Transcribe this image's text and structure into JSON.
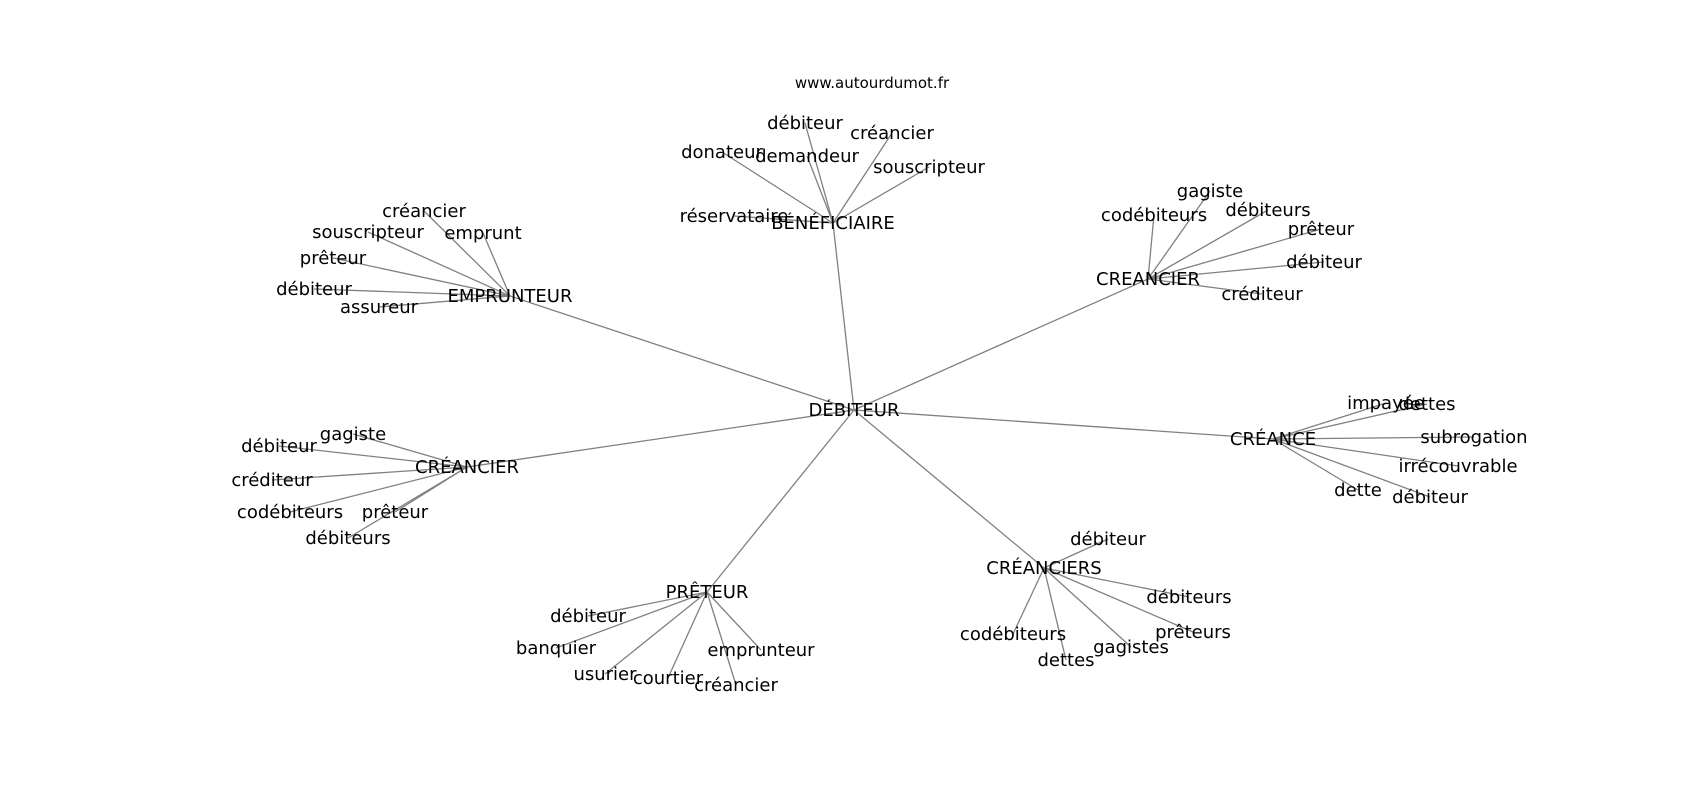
{
  "source": "www.autourdumot.fr",
  "center": "DÉBITEUR",
  "clusters": [
    {
      "hub": "BÉNÉFICIAIRE",
      "leaves": [
        "débiteur",
        "créancier",
        "donateur",
        "demandeur",
        "souscripteur",
        "réservataire"
      ]
    },
    {
      "hub": "CREANCIER",
      "leaves": [
        "gagiste",
        "codébiteurs",
        "débiteurs",
        "prêteur",
        "débiteur",
        "créditeur"
      ]
    },
    {
      "hub": "EMPRUNTEUR",
      "leaves": [
        "créancier",
        "souscripteur",
        "emprunt",
        "prêteur",
        "débiteur",
        "assureur"
      ]
    },
    {
      "hub": "CRÉANCE",
      "leaves": [
        "impayée",
        "dettes",
        "subrogation",
        "irrécouvrable",
        "dette",
        "débiteur"
      ]
    },
    {
      "hub": "CRÉANCIER",
      "leaves": [
        "gagiste",
        "débiteur",
        "créditeur",
        "codébiteurs",
        "prêteur",
        "débiteurs"
      ]
    },
    {
      "hub": "CRÉANCIERS",
      "leaves": [
        "débiteur",
        "débiteurs",
        "prêteurs",
        "gagistes",
        "codébiteurs",
        "dettes"
      ]
    },
    {
      "hub": "PRÊTEUR",
      "leaves": [
        "débiteur",
        "banquier",
        "emprunteur",
        "usurier",
        "courtier",
        "créancier"
      ]
    }
  ]
}
